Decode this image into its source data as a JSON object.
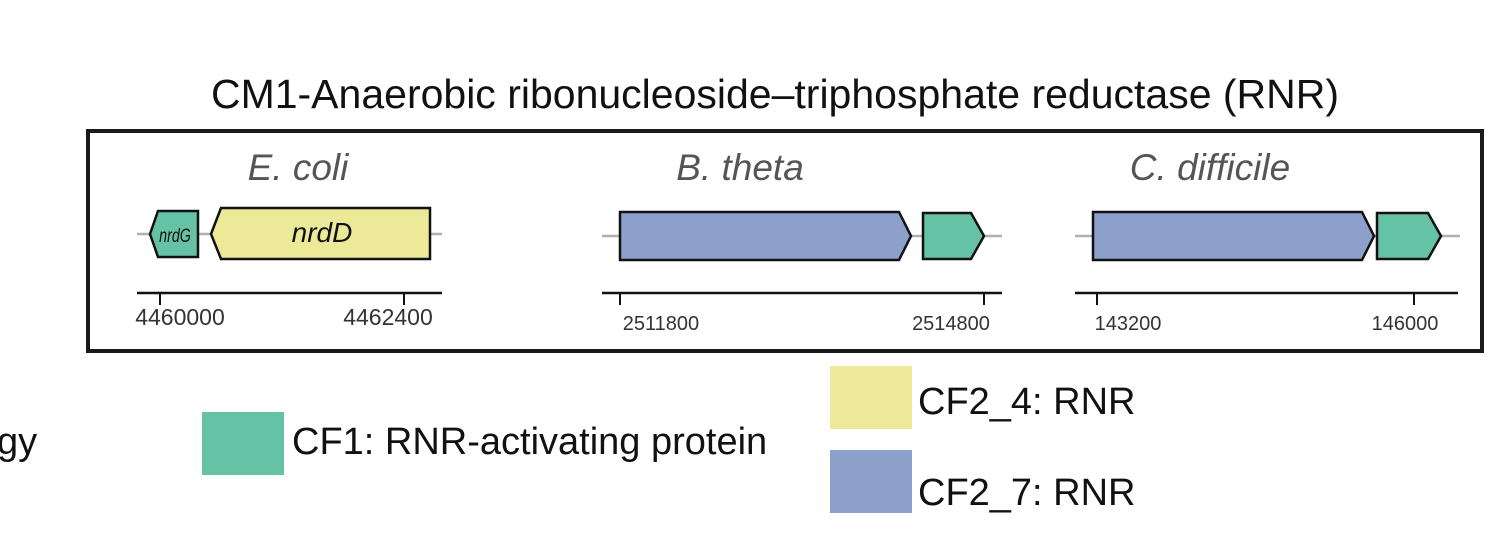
{
  "title": "CM1-Anaerobic ribonucleoside–triphosphate reductase (RNR)",
  "legend_left_fragment": "gy",
  "colors": {
    "cf1": "#66c2a5",
    "cf2_4": "#ece999",
    "cf2_7": "#8da0cb",
    "frame": "#1a1a1a",
    "backbone": "#b0b0b0",
    "species_label": "#555555"
  },
  "loci": [
    {
      "species": "E. coli",
      "axis_ticks": [
        "4460000",
        "4462400"
      ],
      "genes": [
        {
          "name": "nrdG",
          "family": "CF1",
          "strand": "-"
        },
        {
          "name": "nrdD",
          "family": "CF2_4",
          "strand": "-"
        }
      ]
    },
    {
      "species": "B. theta",
      "axis_ticks": [
        "2511800",
        "2514800"
      ],
      "genes": [
        {
          "name": "",
          "family": "CF2_7",
          "strand": "+"
        },
        {
          "name": "",
          "family": "CF1",
          "strand": "+"
        }
      ]
    },
    {
      "species": "C. difficile",
      "axis_ticks": [
        "143200",
        "146000"
      ],
      "genes": [
        {
          "name": "",
          "family": "CF2_7",
          "strand": "+"
        },
        {
          "name": "",
          "family": "CF1",
          "strand": "+"
        }
      ]
    }
  ],
  "legend": [
    {
      "label": "CF1: RNR-activating protein",
      "color": "#66c2a5"
    },
    {
      "label": "CF2_4: RNR",
      "color": "#ece999"
    },
    {
      "label": "CF2_7: RNR",
      "color": "#8da0cb"
    }
  ]
}
